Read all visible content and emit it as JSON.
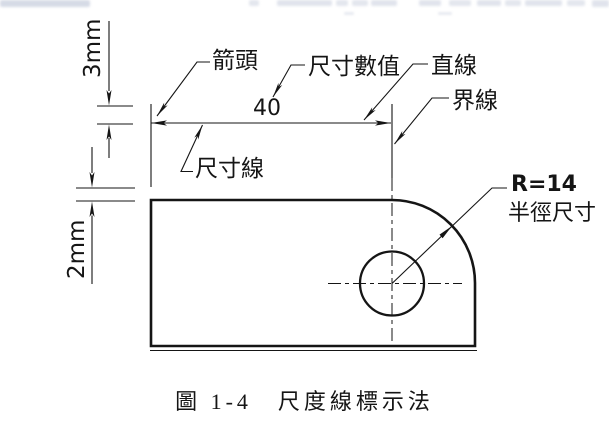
{
  "page": {
    "colors": {
      "background": "#ffffff",
      "ink": "#151515",
      "artifact": "#ccd2e0"
    }
  },
  "figure": {
    "caption": "圖 1-4　尺度線標示法",
    "dimension_value": "40",
    "gap_top": "3mm",
    "gap_bottom": "2mm",
    "radius_value": "R=14",
    "labels": {
      "arrowhead": "箭頭",
      "dimension_value": "尺寸數值",
      "straight_line": "直線",
      "boundary_line": "界線",
      "dimension_line": "尺寸線",
      "radius_dimension": "半徑尺寸"
    }
  }
}
